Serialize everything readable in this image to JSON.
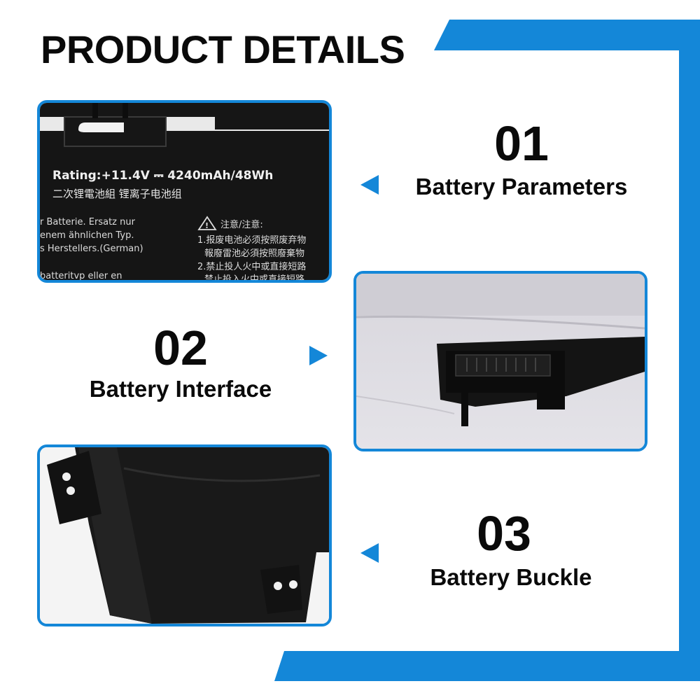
{
  "page_title": "PRODUCT DETAILS",
  "colors": {
    "accent": "#1487d8",
    "text": "#0a0a0a",
    "background": "#ffffff"
  },
  "features": [
    {
      "number": "01",
      "caption": "Battery Parameters",
      "photo_text": {
        "rating": "Rating:+11.4V ⎓ 4240mAh/48Wh",
        "chinese_line": "二次锂電池組  锂离子电池组",
        "german_1": "r Batterie. Ersatz nur",
        "german_2": "enem ähnlichen Typ.",
        "german_3": "s Herstellers.(German)",
        "german_4": "batteritvp eller en",
        "caution": "注意/注意:",
        "cn_1": "1.报废电池必须按照废弃物",
        "cn_2": "報廢雷池必須按照廢棄物",
        "cn_3": "2.禁止投人火中或直接短路",
        "cn_4": "禁止投入火中或直接短路"
      }
    },
    {
      "number": "02",
      "caption": "Battery Interface"
    },
    {
      "number": "03",
      "caption": "Battery Buckle"
    }
  ]
}
